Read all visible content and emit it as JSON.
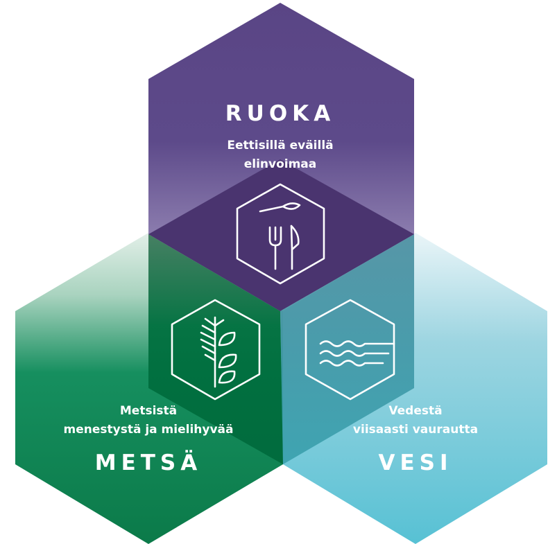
{
  "colors": {
    "ruoka_top": "#5a4585",
    "ruoka_bottom": "#a89bc6",
    "ruoka_overlap": "#4b3570",
    "metsa_top": "#d9ebe2",
    "metsa_mid": "#0e8a5a",
    "metsa_bottom": "#0b7b4a",
    "metsa_overlap": "#006e40",
    "vesi_top": "#e6f3f6",
    "vesi_bottom": "#5ec4d6",
    "vesi_overlap": "#3f9fae",
    "text": "#ffffff"
  },
  "ruoka": {
    "title": "RUOKA",
    "subtitle_line1": "Eettisillä eväillä",
    "subtitle_line2": "elinvoimaa",
    "icon": "cutlery-icon"
  },
  "metsa": {
    "title": "METSÄ",
    "subtitle_line1": "Metsistä",
    "subtitle_line2": "menestystä ja mielihyvää",
    "icon": "wheat-leaf-icon"
  },
  "vesi": {
    "title": "VESI",
    "subtitle_line1": "Vedestä",
    "subtitle_line2": "viisaasti vaurautta",
    "icon": "waves-icon"
  }
}
